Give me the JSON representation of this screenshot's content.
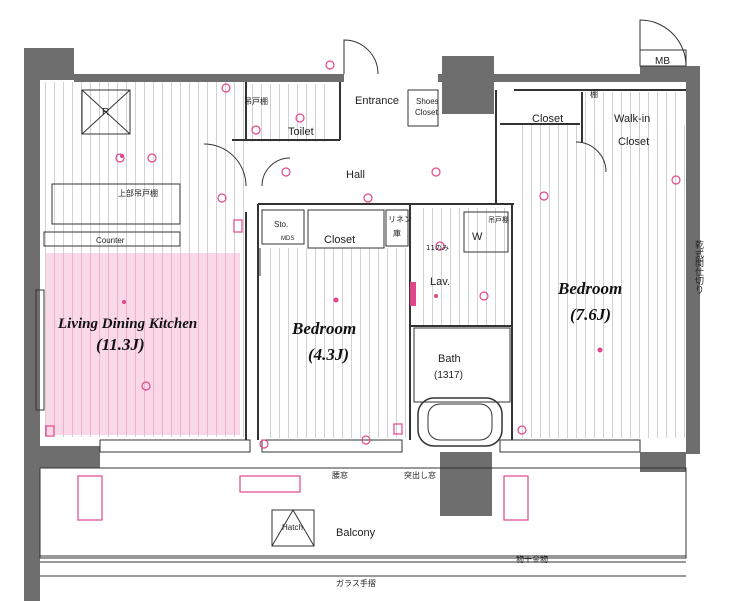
{
  "plan": {
    "meter_box": "MB",
    "rooms": {
      "entrance": "Entrance",
      "shoes_closet_line1": "Shoes",
      "shoes_closet_line2": "Closet",
      "toilet": "Toilet",
      "toilet_shelf": "吊戸棚",
      "hall": "Hall",
      "storage": "Sto.",
      "mds": "MDS",
      "linen_line1": "リネン",
      "linen_line2": "庫",
      "closet_bed1": "Closet",
      "closet_bed2": "Closet",
      "walkin_line1": "Walk-in",
      "walkin_line2": "Closet",
      "shelf_tana": "棚",
      "washer": "W",
      "washer_shelf": "吊戸棚",
      "shelf_note": "11のみ",
      "lavatory": "Lav.",
      "bath": "Bath",
      "bath_size": "(1317)",
      "counter": "Counter",
      "upper_cabinet": "上部吊戸棚",
      "refrigerator": "R",
      "dryer_line": "乾式間仕切り",
      "balcony": "Balcony",
      "hatch": "Hatch",
      "window_low": "腰窓",
      "window_bay": "突出し窓",
      "drying_rod": "物干金物",
      "glass_rail": "ガラス手摺"
    },
    "ldk_name": "Living Dining Kitchen",
    "ldk_size": "(11.3J)",
    "bedroom1_name": "Bedroom",
    "bedroom1_size": "(4.3J)",
    "bedroom2_name": "Bedroom",
    "bedroom2_size": "(7.6J)",
    "accent_color": "#e0468a",
    "wall_color": "#6e6e6e"
  }
}
